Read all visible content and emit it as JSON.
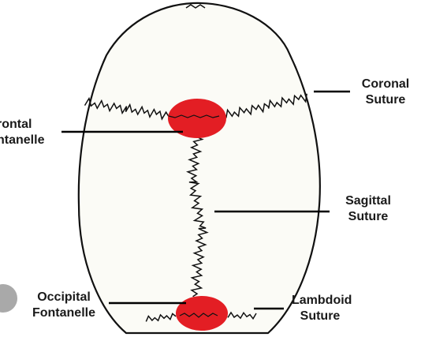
{
  "labels": {
    "frontal": {
      "line1": "rontal",
      "line2": "ntanelle"
    },
    "coronal": {
      "line1": "Coronal",
      "line2": "Suture"
    },
    "sagittal": {
      "line1": "Sagittal",
      "line2": "Suture"
    },
    "occipital": {
      "line1": "Occipital",
      "line2": "Fontanelle"
    },
    "lambdoid": {
      "line1": "Lambdoid",
      "line2": "Suture"
    }
  },
  "colors": {
    "fontanelle": "#e31e24",
    "skull_fill": "#fbfbf6",
    "outline": "#111111"
  }
}
